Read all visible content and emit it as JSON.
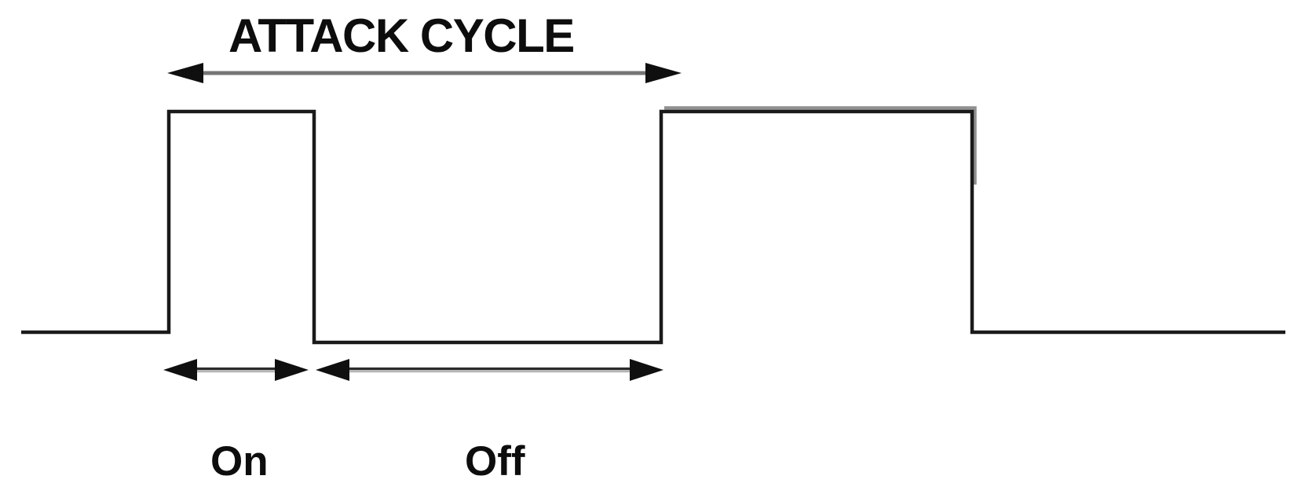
{
  "diagram": {
    "title": "ATTACK CYCLE",
    "on_label": "On",
    "off_label": "Off",
    "waveform": {
      "type": "pulse-train",
      "states": [
        "low",
        "high (On)",
        "low (Off)",
        "high",
        "low"
      ],
      "note": "Square wave: short first pulse labeled On, long low period labeled Off, wider second pulse; ATTACK CYCLE arrow spans rising edge of pulse 1 to rising edge of pulse 2"
    },
    "annotations": [
      {
        "name": "attack-cycle-span",
        "label": "ATTACK CYCLE",
        "from": "pulse 1 rising edge",
        "to": "pulse 2 rising edge"
      },
      {
        "name": "on-span",
        "label": "On",
        "covers": "first pulse high duration"
      },
      {
        "name": "off-span",
        "label": "Off",
        "covers": "low duration between pulses"
      }
    ],
    "colors": {
      "background": "#ffffff",
      "wave": "#1a1a1a",
      "attack_arrow_shaft": "#757575",
      "duration_arrow_dark": "#2b2b2b",
      "duration_arrow_light": "#b5b5b5",
      "arrowhead": "#0f0f0f",
      "pulse2_shadow": "#909090",
      "text": "#0d0d0d"
    }
  }
}
